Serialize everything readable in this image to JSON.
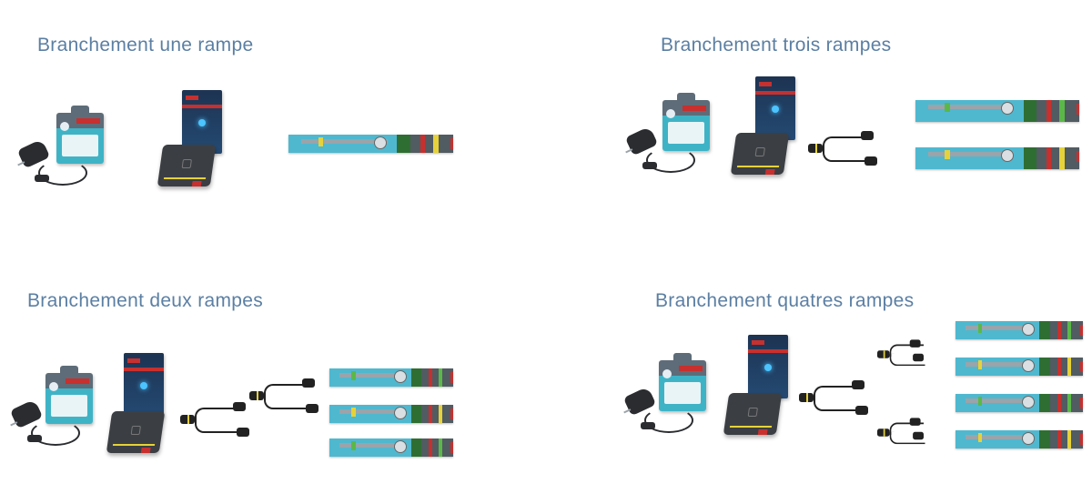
{
  "sections": [
    {
      "title": "Branchement une rampe",
      "components": [
        "power-adapter",
        "controller",
        "led-ramp"
      ],
      "ramp_count": 1,
      "splitter_count": 0
    },
    {
      "title": "Branchement trois rampes",
      "components": [
        "power-adapter",
        "controller",
        "y-splitter",
        "led-ramp",
        "led-ramp"
      ],
      "ramp_count": 2,
      "splitter_count": 1
    },
    {
      "title": "Branchement deux rampes",
      "components": [
        "power-adapter",
        "controller",
        "y-splitter",
        "y-splitter",
        "led-ramp",
        "led-ramp",
        "led-ramp"
      ],
      "ramp_count": 3,
      "splitter_count": 2
    },
    {
      "title": "Branchement quatres rampes",
      "components": [
        "power-adapter",
        "controller",
        "y-splitter",
        "y-splitter",
        "y-splitter",
        "led-ramp",
        "led-ramp",
        "led-ramp",
        "led-ramp"
      ],
      "ramp_count": 4,
      "splitter_count": 3
    }
  ],
  "colors": {
    "title": "#5b7fa3",
    "box_cyan": "#4fb8cf",
    "brand_red": "#c7302e",
    "accent_yellow": "#e6d23a",
    "accent_green": "#5bb848"
  }
}
